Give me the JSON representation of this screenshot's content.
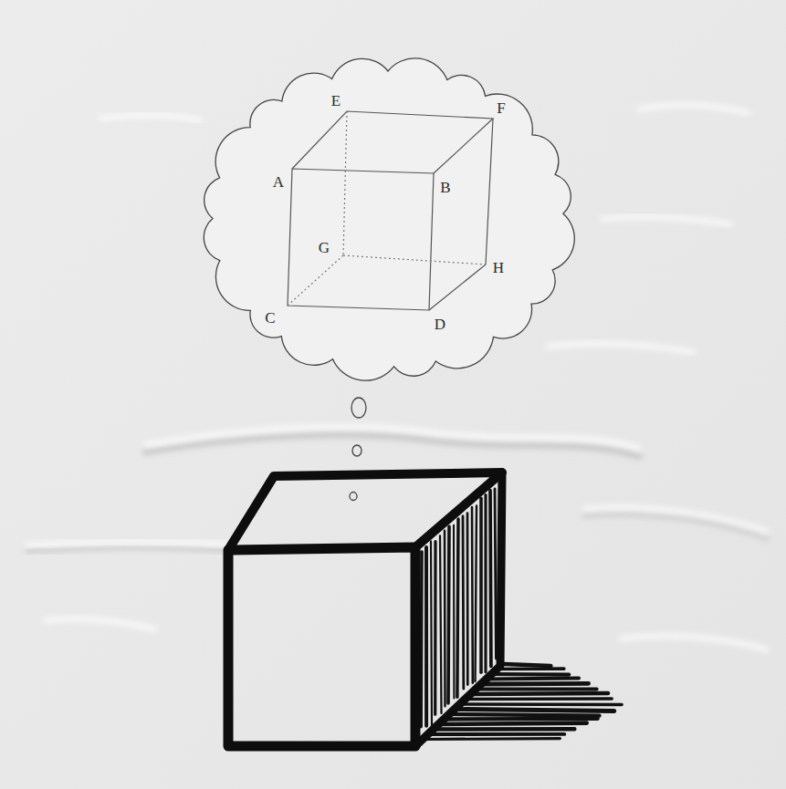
{
  "diagram": {
    "labels": [
      "E",
      "F",
      "A",
      "B",
      "G",
      "H",
      "C",
      "D"
    ]
  }
}
